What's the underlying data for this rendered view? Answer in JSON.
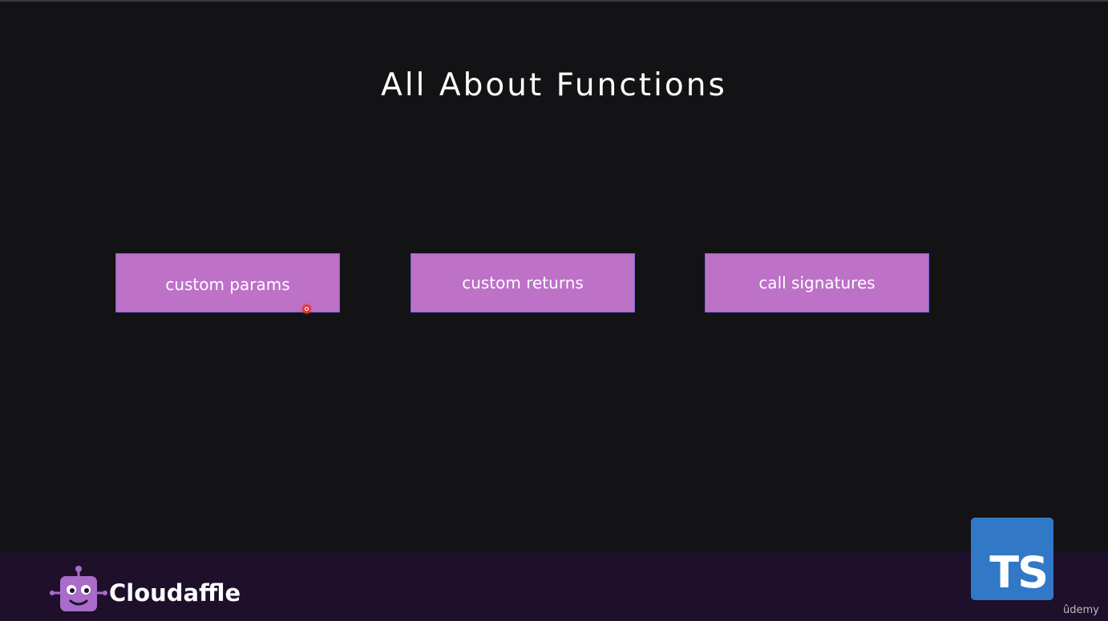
{
  "slide": {
    "title": "All About Functions",
    "topics": [
      {
        "label": "custom params"
      },
      {
        "label": "custom returns"
      },
      {
        "label": "call signatures"
      }
    ]
  },
  "footer": {
    "brand_name": "Cloudaffle",
    "ts_logo_text": "TS",
    "watermark": "ûdemy"
  },
  "colors": {
    "background": "#131315",
    "topic_box": "#bd71c7",
    "footer_bar": "#1e0f2b",
    "brand_purple": "#a96cc9",
    "ts_blue": "#3178c6",
    "cursor_dot": "#e23b3b"
  },
  "icons": {
    "brand_logo": "robot-mascot-icon",
    "ts_logo": "typescript-logo-icon",
    "cursor": "red-pointer-dot"
  }
}
